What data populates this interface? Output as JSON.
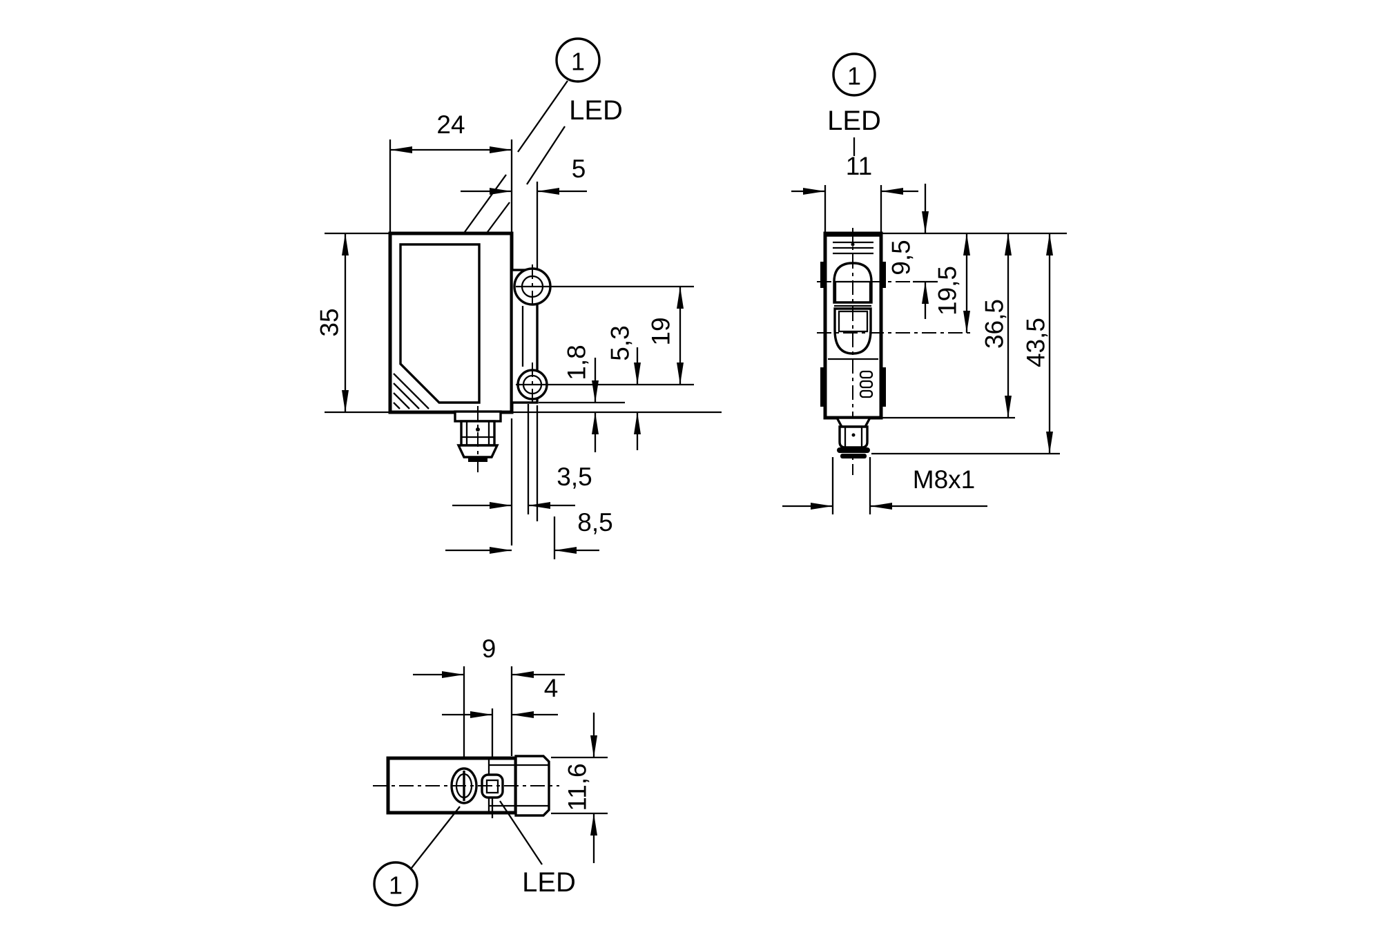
{
  "drawing": {
    "background": "#ffffff",
    "ink": "#000000",
    "side_view": {
      "callout": "1",
      "led": "LED",
      "dims": {
        "width": "24",
        "flange_depth": "5",
        "height": "35",
        "offset_1_8": "1,8",
        "offset_5_3": "5,3",
        "hole_spacing": "19",
        "offset_3_5": "3,5",
        "offset_8_5": "8,5"
      }
    },
    "front_view": {
      "callout": "1",
      "led": "LED",
      "dims": {
        "width": "11",
        "lens1_offset": "9,5",
        "lens2_offset": "19,5",
        "housing_length": "36,5",
        "total_length": "43,5",
        "thread": "M8x1"
      }
    },
    "bottom_view": {
      "callout": "1",
      "led": "LED",
      "dims": {
        "pot_offset": "9",
        "led_offset": "4",
        "depth": "11,6"
      }
    }
  }
}
